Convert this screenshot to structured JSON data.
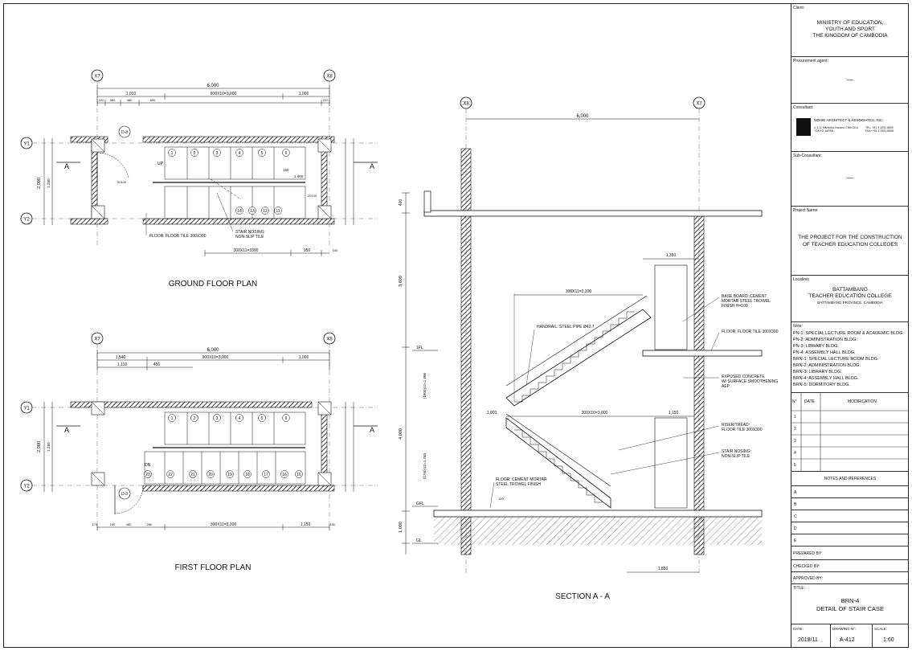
{
  "drawings": {
    "ground_floor_title": "GROUND FLOOR PLAN",
    "first_floor_title": "FIRST FLOOR PLAN",
    "section_title": "SECTION A - A",
    "grid": {
      "x7": "X7",
      "x8": "X8",
      "y1": "Y1",
      "y2": "Y2",
      "cut": "A"
    },
    "door": "D-3",
    "ground_dims": {
      "overall": "6,000",
      "d1": "1,010",
      "d2": "900X10=3,000",
      "d3": "1,000",
      "s1": "220",
      "s2": "380",
      "s3": "480",
      "s4": "850",
      "s5": "220",
      "left_v": "2,000",
      "left_v2": "1,260",
      "bottom_run": "300X11=3300",
      "bottom_r": "950",
      "bottom_e": "150",
      "w1": "20100",
      "w2": "20100",
      "w3": "20100",
      "r1": "1,000",
      "r2": "150",
      "up": "UP",
      "steps_top": [
        "1",
        "2",
        "3",
        "4",
        "5",
        "6"
      ],
      "steps_bot": [
        "14",
        "13",
        "12",
        "11"
      ]
    },
    "ground_notes": {
      "floor": "FLOOR: FLOOR TILE 300X300",
      "nosing": "STAIR NOSING:\nNON-SLIP TILE"
    },
    "first_dims": {
      "overall": "6,000",
      "d1": "1,540",
      "d2": "900X10=3,000",
      "d3": "1,000",
      "d4": "1,110",
      "d5": "450",
      "left_v": "2,000",
      "left_v2": "1,260",
      "bottom_run": "300X11=3,300",
      "bottom_r": "1,150",
      "dn": "DN",
      "b1": "170",
      "b2": "180",
      "b3": "480",
      "b4": "280",
      "b5": "150",
      "steps_top": [
        "1",
        "2",
        "3",
        "4",
        "5",
        "6"
      ],
      "steps_bot": [
        "23",
        "22",
        "21",
        "20",
        "19",
        "18",
        "17",
        "16",
        "15"
      ]
    },
    "section": {
      "top_dim": "6,000",
      "grid_left": "X8",
      "grid_right": "X7",
      "v1": "400",
      "v2": "3,600",
      "v3": "4,000",
      "v4": "1,000",
      "d350": "1,350",
      "d_run": "300X11=3,300",
      "d_run2": "300X10=3,000",
      "d1150": "1,150",
      "d1000": "1,000",
      "d1850": "1,850",
      "d100": "100",
      "lvl_1fl": "1FL",
      "lvl_gfl": "GFL",
      "lvl_gl": "GL",
      "risers_up": "(1800)12=1,800",
      "risers_lo": "(1760)12=1,760",
      "notes": {
        "baseboard": "BASE BOARD: CEMENT\nMORTAR STEEL TROWEL\nFINISH H=100",
        "handrail": "HANDRAIL: STEEL PIPE  Ø42.7",
        "floor_tile": "FLOOR: FLOOR TILE 300X300",
        "concrete": "EXPOSED CONCRETE\nW/ SURFACE SMOOTHENING\nAEP",
        "riser": "RISER/TREAD:\nFLOOR TILE 300X300",
        "nosing": "STAIR NOSING:\nNON-SLIP TILE",
        "floor_cement": "FLOOR: CEMENT MORTAR\nSTEEL TROWEL FINISH"
      }
    }
  },
  "title_block": {
    "client_label": "Client:",
    "client": [
      "MINISTRY OF EDUCATION,",
      "YOUTH AND SPORT",
      "THE KINGDOM OF CAMBODIA"
    ],
    "procurement_label": "Procurement agent:",
    "procurement": "—",
    "consultant_label": "Consultant:",
    "consultant_name": "NOHRI ARCHITECT & ASSOCIATES, INC.",
    "consultant_addr": "2-3-11 Mitoshiro-Honcho CHIKOKU\nTOKYO JAPAN",
    "consultant_tel": "TEL: +81 3 3291 8609\nFAX: +81 3 3291 8608",
    "sub_label": "Sub-Consultant:",
    "sub": "—",
    "project_label": "Project Name:",
    "project": [
      "THE PROJECT FOR THE CONSTRUCTION",
      "OF TEACHER EDUCATION COLLEGES"
    ],
    "location_label": "Location:",
    "location": [
      "BATTAMBANG",
      "TEACHER EDUCATION COLLEGE"
    ],
    "location_sub": "BATTAMBANG PROVINCE, CAMBODIA",
    "note_label": "Note:",
    "notes": [
      "PN-1: SPECIAL LECTURE ROOM & ACADEMIC BLDG.",
      "PN-2: ADMINISTRATION BLDG.",
      "PN-3: LIBRARY BLDG.",
      "PN-4: ASSEMBLY HALL BLDG.",
      "BRN-1: SPECIAL LECTURE ROOM BLDG.",
      "BRN-2: ADMINISTRATION BLDG.",
      "BRN-3: LIBRARY BLDG.",
      "BRN-4: ASSEMBLY HALL BLDG.",
      "BRN-5: DORMITORY BLDG."
    ],
    "mod_no": "N°",
    "mod_date": "DATE",
    "mod_head": "MODIFICATION",
    "mod_rows": [
      "1",
      "2",
      "3",
      "4",
      "5"
    ],
    "refs_head": "NOTES AND REFERENCES",
    "refs_rows": [
      "A",
      "B",
      "C",
      "D",
      "E"
    ],
    "prepared": "PREPARED BY:",
    "checked": "CHECKED BY:",
    "approved": "APPROVED BY:",
    "title_label": "TITLE:",
    "title": [
      "BRN-4",
      "DETAIL OF STAIR CASE"
    ],
    "date_label": "DATE:",
    "date": "2018/11",
    "drawing_label": "DRAWING N°:",
    "drawing": "A-412",
    "scale_label": "SCALE:",
    "scale": "1:60"
  }
}
